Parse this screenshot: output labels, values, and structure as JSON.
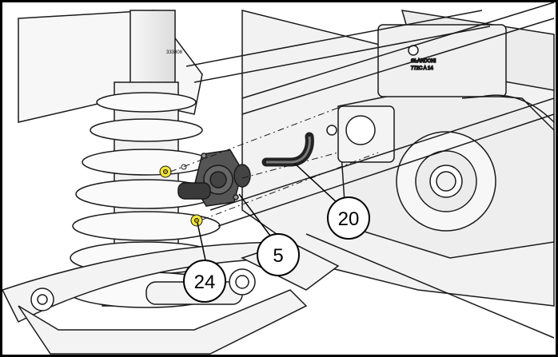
{
  "figure": {
    "top_left_code": "333808",
    "brand_text": "GLARDONI",
    "model_text": "772C A 14",
    "callouts": [
      {
        "id": "20",
        "label": "20"
      },
      {
        "id": "5",
        "label": "5"
      },
      {
        "id": "24",
        "label": "24"
      }
    ]
  },
  "colors": {
    "line": "#1a1a1a",
    "fill_light": "#f4f4f4",
    "fill_mid": "#e6e6e6",
    "part_dark": "#4a4a4a",
    "highlight": "#f2e33a"
  }
}
